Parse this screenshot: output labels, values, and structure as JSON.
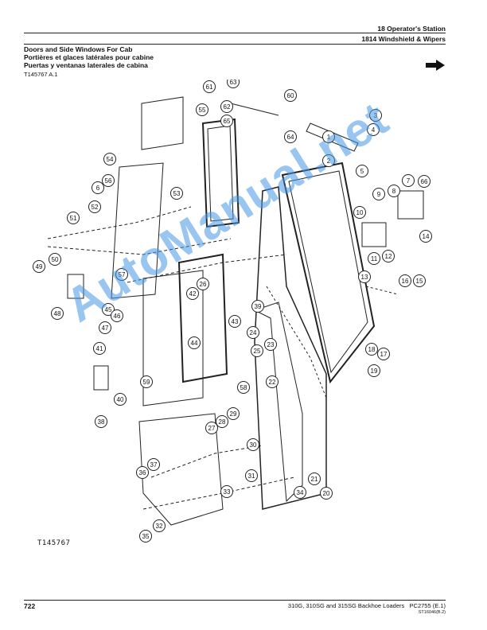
{
  "header": {
    "section": "18 Operator's Station",
    "subsection": "1814 Windshield & Wipers"
  },
  "titles": {
    "english": "Doors and Side Windows For Cab",
    "french": "Portières et glaces latérales pour cabine",
    "spanish": "Puertas y ventanas laterales de cabina"
  },
  "figure_id": "T145767 A.1",
  "figure_code": "T145767",
  "watermark": "AutoManual.net",
  "callouts": [
    "1",
    "2",
    "3",
    "4",
    "5",
    "6",
    "7",
    "8",
    "9",
    "10",
    "11",
    "12",
    "13",
    "14",
    "15",
    "16",
    "17",
    "18",
    "19",
    "20",
    "21",
    "22",
    "23",
    "24",
    "25",
    "26",
    "27",
    "28",
    "29",
    "30",
    "31",
    "32",
    "33",
    "34",
    "35",
    "36",
    "37",
    "38",
    "39",
    "40",
    "41",
    "42",
    "43",
    "44",
    "45",
    "46",
    "47",
    "48",
    "49",
    "50",
    "51",
    "52",
    "53",
    "54",
    "55",
    "56",
    "57",
    "58",
    "59",
    "60",
    "61",
    "62",
    "63",
    "64",
    "65",
    "66"
  ],
  "footer": {
    "page_number": "722",
    "models": "310G, 310SG and 315SG Backhoe Loaders",
    "catalog": "PC2755   (E.1)",
    "code": "ST16046(B.2)"
  }
}
